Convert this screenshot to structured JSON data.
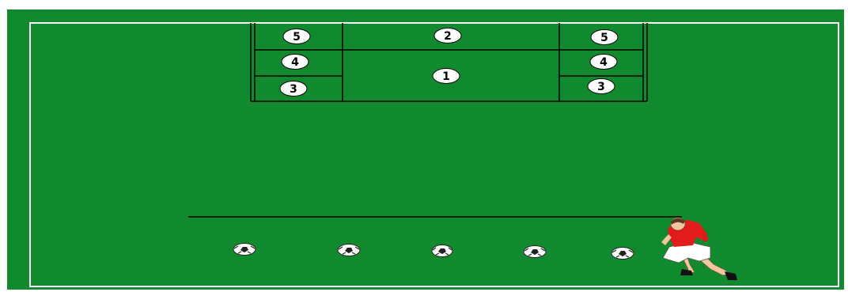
{
  "colors": {
    "pitch": "#11892e",
    "pitch_line": "#ffffff",
    "goal_line": "#000000",
    "shirt": "#e21b1b",
    "shorts": "#ffffff",
    "skin": "#f2c6a0"
  },
  "zones": {
    "left": {
      "top": "5",
      "middle": "4",
      "bottom": "3"
    },
    "center": {
      "top": "2",
      "main": "1"
    },
    "right": {
      "top": "5",
      "middle": "4",
      "bottom": "3"
    }
  },
  "balls": {
    "count": 5,
    "icon": "soccer-ball-icon"
  },
  "player": {
    "icon": "player-icon"
  }
}
